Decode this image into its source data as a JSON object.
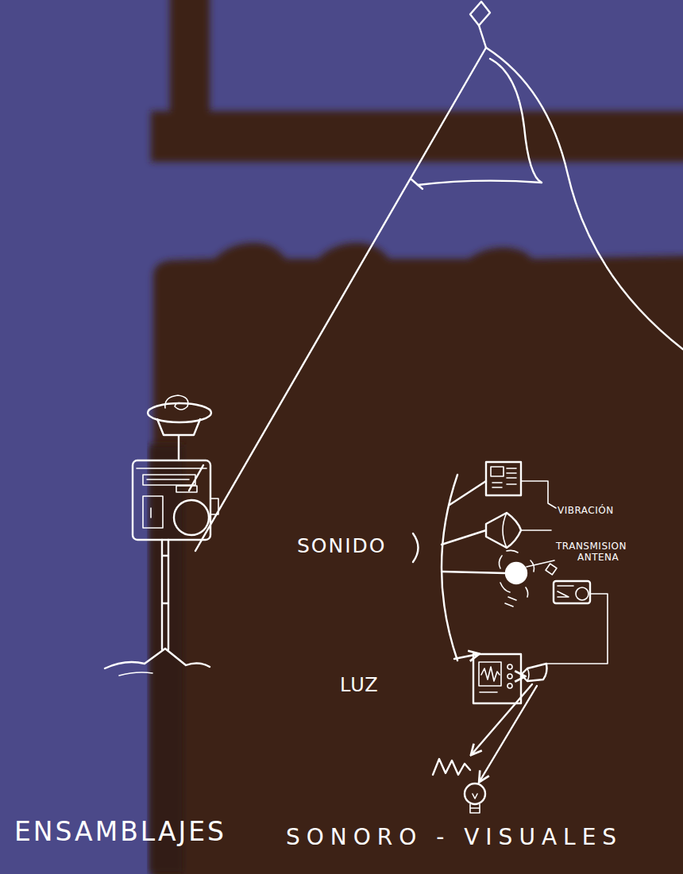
{
  "diagram": {
    "labels": [
      "SONIDO",
      "VIBRACIÓN",
      "TRANSMISION",
      "ANTENA",
      "LUZ",
      "ENSAMBLAJES",
      "SONORO - VISUALES"
    ]
  }
}
